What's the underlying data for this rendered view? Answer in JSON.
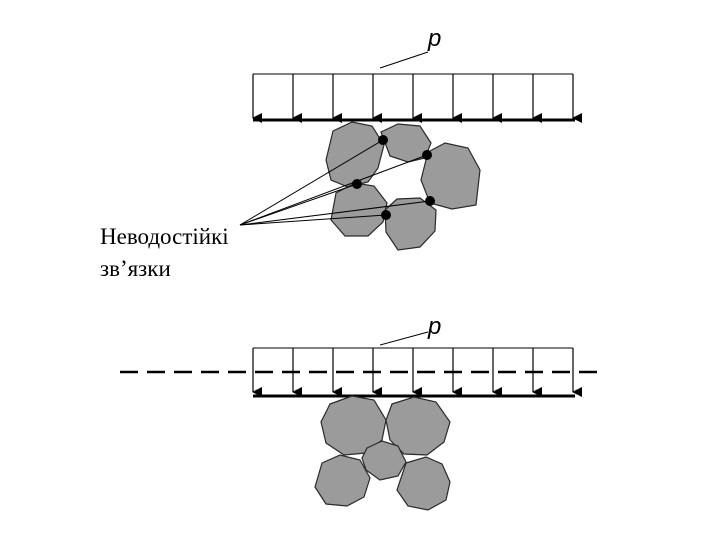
{
  "top": {
    "load_label": "p"
  },
  "bottom": {
    "load_label": "p"
  },
  "annotation": {
    "line1": "Неводостійкі",
    "line2": "зв’язки"
  },
  "colors": {
    "grain_fill": "#9b9b9b",
    "ink": "#000000"
  }
}
